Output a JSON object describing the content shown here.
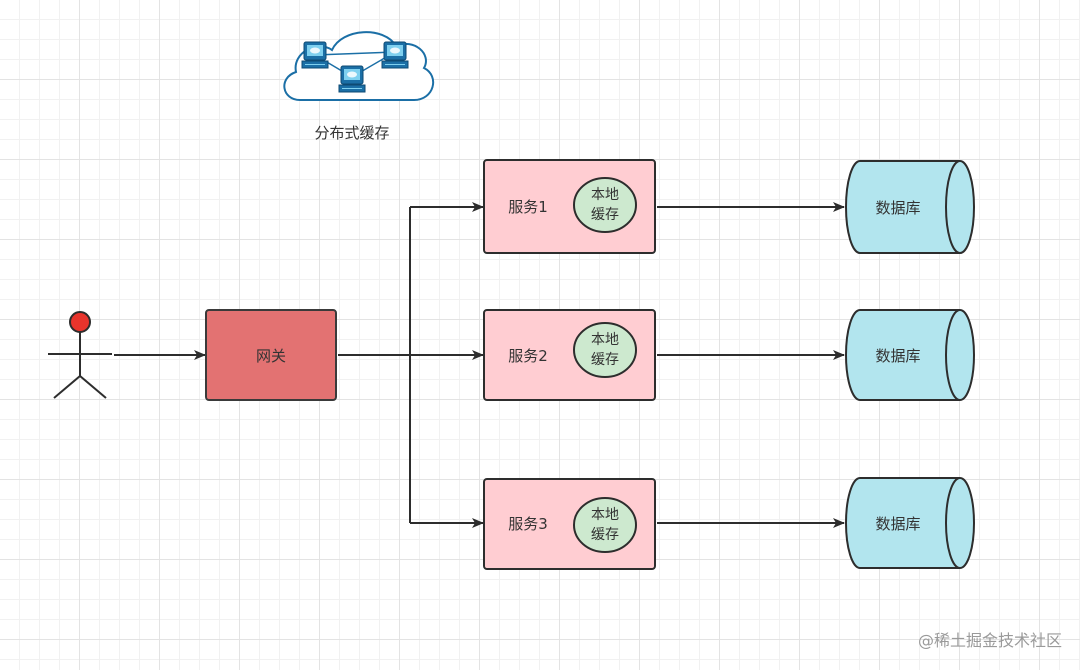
{
  "distributed_cache": {
    "label": "分布式缓存",
    "icon": "cloud-network-icon"
  },
  "user": {
    "icon": "user-stick-figure-icon",
    "head_color": "#e8342c"
  },
  "gateway": {
    "label": "网关",
    "fill": "#e37272",
    "stroke": "#3a3a3a"
  },
  "services": [
    {
      "label": "服务1",
      "cache_line1": "本地",
      "cache_line2": "缓存",
      "db_label": "数据库"
    },
    {
      "label": "服务2",
      "cache_line1": "本地",
      "cache_line2": "缓存",
      "db_label": "数据库"
    },
    {
      "label": "服务3",
      "cache_line1": "本地",
      "cache_line2": "缓存",
      "db_label": "数据库"
    }
  ],
  "colors": {
    "service_fill": "#ffcdd2",
    "cache_fill": "#cde9cf",
    "db_fill": "#b2e5ee",
    "stroke": "#2d2d2d"
  },
  "watermark": "@稀土掘金技术社区"
}
